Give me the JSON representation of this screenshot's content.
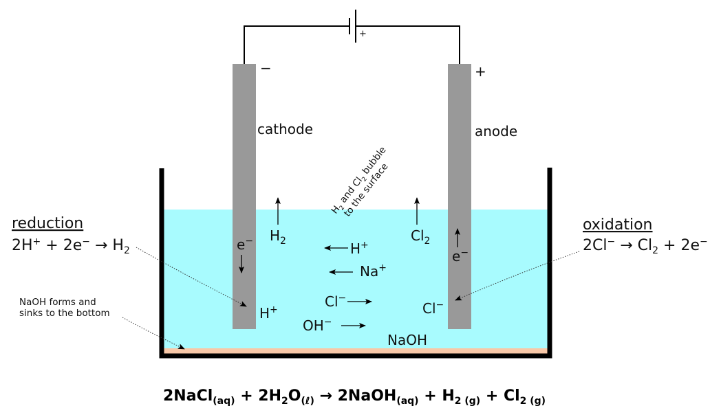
{
  "labels": {
    "minus_sign": "−",
    "plus_sign": "+",
    "battery_plus": "+",
    "cathode": "cathode",
    "anode": "anode",
    "bubble_note_line1_a": "H",
    "bubble_note_line1_sub": "2",
    "bubble_note_line1_b": " and Cl",
    "bubble_note_line1_sub2": "2",
    "bubble_note_line1_c": " bubble",
    "bubble_note_line2": "to the surface",
    "reduction_title": "reduction",
    "reduction_eq": {
      "a": "2H",
      "sup1": "+",
      "b": " + 2e",
      "sup2": "−",
      "c": " → H",
      "sub": "2"
    },
    "oxidation_title": "oxidation",
    "oxidation_eq": {
      "a": "2Cl",
      "sup1": "−",
      "b": " → Cl",
      "sub": "2",
      "c": " + 2e",
      "sup2": "−"
    },
    "naoh_note_line1": "NaOH forms and",
    "naoh_note_line2": "sinks to the bottom",
    "cathode_electron": {
      "base": "e",
      "sup": "−"
    },
    "anode_electron": {
      "base": "e",
      "sup": "−"
    },
    "h2": {
      "base": "H",
      "sub": "2"
    },
    "cl2": {
      "base": "Cl",
      "sub": "2"
    },
    "h_plus_mid": {
      "base": "H",
      "sup": "+"
    },
    "na_plus": {
      "base": "Na",
      "sup": "+"
    },
    "cl_minus_mid": {
      "base": "Cl",
      "sup": "−"
    },
    "oh_minus": {
      "base": "OH",
      "sup": "−"
    },
    "naoh": "NaOH",
    "h_plus_cathode": {
      "base": "H",
      "sup": "+"
    },
    "cl_minus_anode": {
      "base": "Cl",
      "sup": "−"
    }
  },
  "equation": {
    "p1": "2NaCl",
    "s1": "(aq)",
    "p2": " + 2H",
    "s2": "2",
    "p3": "O",
    "s3": "(ℓ)",
    "p4": " → 2NaOH",
    "s4": "(aq)",
    "p5": " + H",
    "s5": "2 (g)",
    "p6": " + Cl",
    "s6": "2 (g)"
  },
  "colors": {
    "electrolyte": "#a8fbfe",
    "naoh_layer": "#f8c8a8",
    "electrode": "#999999",
    "container": "#000000"
  }
}
